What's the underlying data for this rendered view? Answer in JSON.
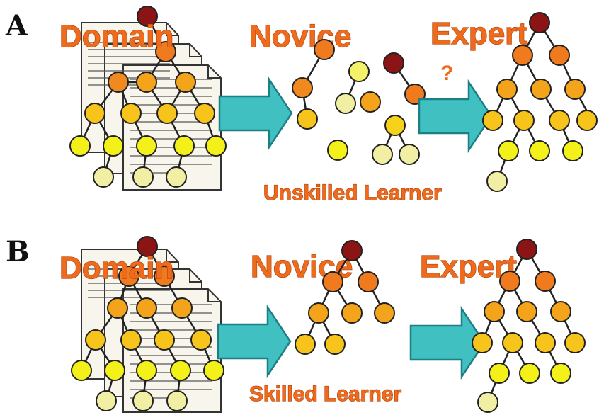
{
  "panels": [
    {
      "letter": "A",
      "domain_label": "Domain",
      "novice_label": "Novice",
      "expert_label": "Expert",
      "learner_label": "Unskilled Learner",
      "question_mark": "?"
    },
    {
      "letter": "B",
      "domain_label": "Domain",
      "novice_label": "Novice",
      "expert_label": "Expert",
      "learner_label": "Skilled Learner"
    }
  ],
  "colors": {
    "node_dark": "#8b1414",
    "node_orange": "#f07a1e",
    "node_mid": "#f4a41a",
    "node_yellow": "#f6d21a",
    "node_lightyellow": "#f4f26a",
    "node_pale": "#f1efa4",
    "arrow_fill": "#40c0c0",
    "arrow_stroke": "#1d7f86",
    "label_orange": "#ee6a1c"
  }
}
